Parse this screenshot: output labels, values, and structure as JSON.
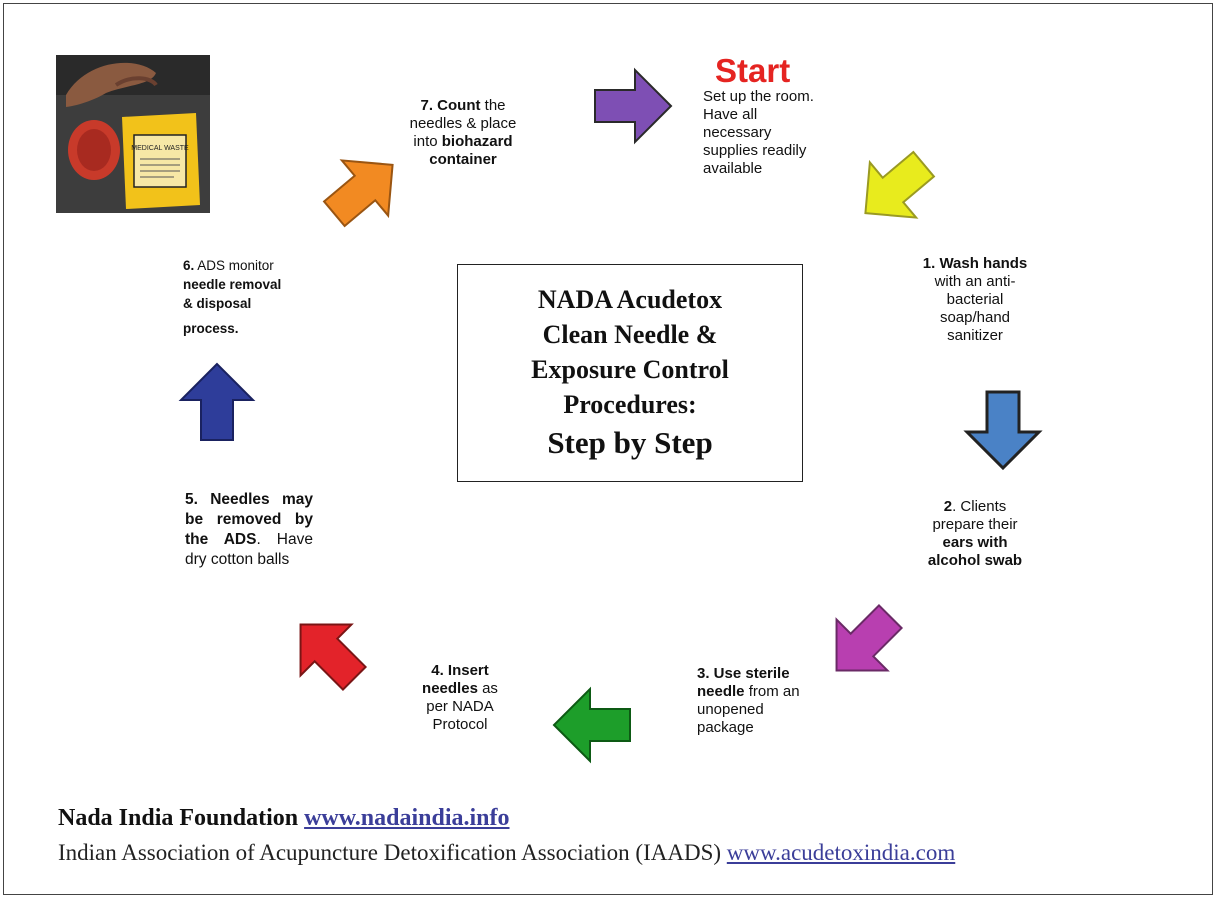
{
  "start": {
    "title": "Start",
    "lines": [
      "Set up the room.",
      "Have all",
      "necessary",
      "supplies readily",
      "available"
    ]
  },
  "center_box": {
    "lines": [
      "NADA Acudetox",
      "Clean Needle &",
      "Exposure Control",
      "Procedures:"
    ],
    "subtitle": "Step by Step"
  },
  "steps": {
    "s1": {
      "b1": "1. Wash hands",
      "t1": "with an anti-",
      "t2": "bacterial",
      "t3": "soap/hand",
      "t4": "sanitizer"
    },
    "s2": {
      "b1": "2",
      "t1": ". Clients",
      "t2": "prepare their",
      "b2": "ears with",
      "b3": "alcohol swab"
    },
    "s3": {
      "b1": "3. Use sterile",
      "b2": "needle",
      "t1": " from an",
      "t2": "unopened",
      "t3": "package"
    },
    "s4": {
      "b1": "4. Insert",
      "b2": "needles",
      "t1": " as",
      "t2": "per NADA",
      "t3": "Protocol"
    },
    "s5": {
      "b1": "5. Needles may be removed by the ADS",
      "t1": ". Have dry cotton balls"
    },
    "s6": {
      "b1": "6.",
      "t1": " ADS monitor",
      "b2": "needle removal",
      "b3": "& disposal",
      "b4": "process."
    },
    "s7": {
      "b1": "7. Count",
      "t1": " the",
      "t2": "needles & place",
      "t3": "into ",
      "b2": "biohazard",
      "b3": "container"
    }
  },
  "photo": {
    "container_label": "MEDICAL WASTE"
  },
  "footer": {
    "org_name": "Nada India Foundation",
    "org_link": "www.nadaindia.info",
    "assoc_name": "Indian Association of Acupuncture Detoxification Association (IAADS)",
    "assoc_link": "www.acudetoxindia.com"
  },
  "colors": {
    "start_red": "#e52421",
    "arrow_purple": "#7e4fb4",
    "arrow_yellow": "#e8eb1d",
    "arrow_blue": "#4a82c6",
    "arrow_magenta": "#b83fb0",
    "arrow_green": "#1d9e2a",
    "arrow_red": "#e3232a",
    "arrow_navy": "#2e3d9a",
    "arrow_orange": "#f28a22",
    "link_blue": "#3b3e99"
  }
}
